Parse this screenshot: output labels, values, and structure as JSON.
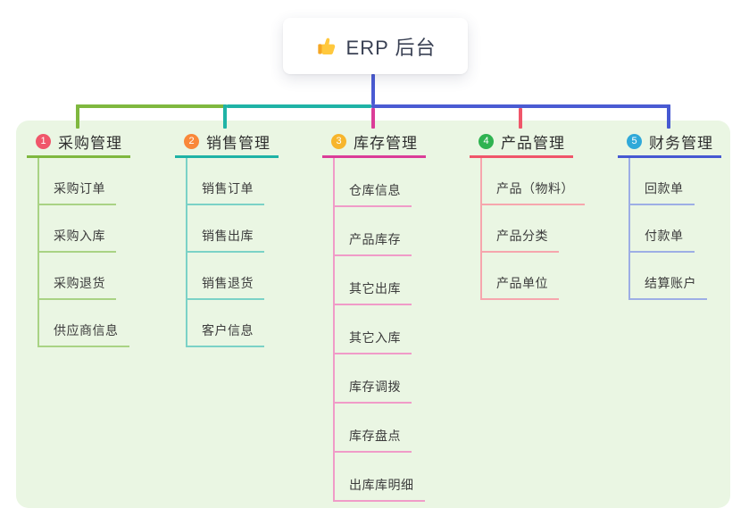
{
  "panel_bg": "#EAF6E3",
  "root": {
    "icon": "thumbs-up-icon",
    "label": "ERP 后台"
  },
  "connectors": {
    "stem_color": "#4A5BD3"
  },
  "branches": [
    {
      "number": "1",
      "label": "采购管理",
      "color": "#7FB83F",
      "light": "#A9D384",
      "badge": "#F0566A",
      "children": [
        "采购订单",
        "采购入库",
        "采购退货",
        "供应商信息"
      ]
    },
    {
      "number": "2",
      "label": "销售管理",
      "color": "#1FB3A6",
      "light": "#7BD2C7",
      "badge": "#F9883A",
      "children": [
        "销售订单",
        "销售出库",
        "销售退货",
        "客户信息"
      ]
    },
    {
      "number": "3",
      "label": "库存管理",
      "color": "#DB3D98",
      "light": "#F09BC8",
      "badge": "#F7B52C",
      "children": [
        "仓库信息",
        "产品库存",
        "其它出库",
        "其它入库",
        "库存调拨",
        "库存盘点",
        "出库库明细"
      ]
    },
    {
      "number": "4",
      "label": "产品管理",
      "color": "#F0566A",
      "light": "#F6A6AD",
      "badge": "#2FB351",
      "children": [
        "产品（物料）",
        "产品分类",
        "产品单位"
      ]
    },
    {
      "number": "5",
      "label": "财务管理",
      "color": "#4659D2",
      "light": "#9DAEE5",
      "badge": "#30A9D9",
      "children": [
        "回款单",
        "付款单",
        "结算账户"
      ]
    }
  ]
}
